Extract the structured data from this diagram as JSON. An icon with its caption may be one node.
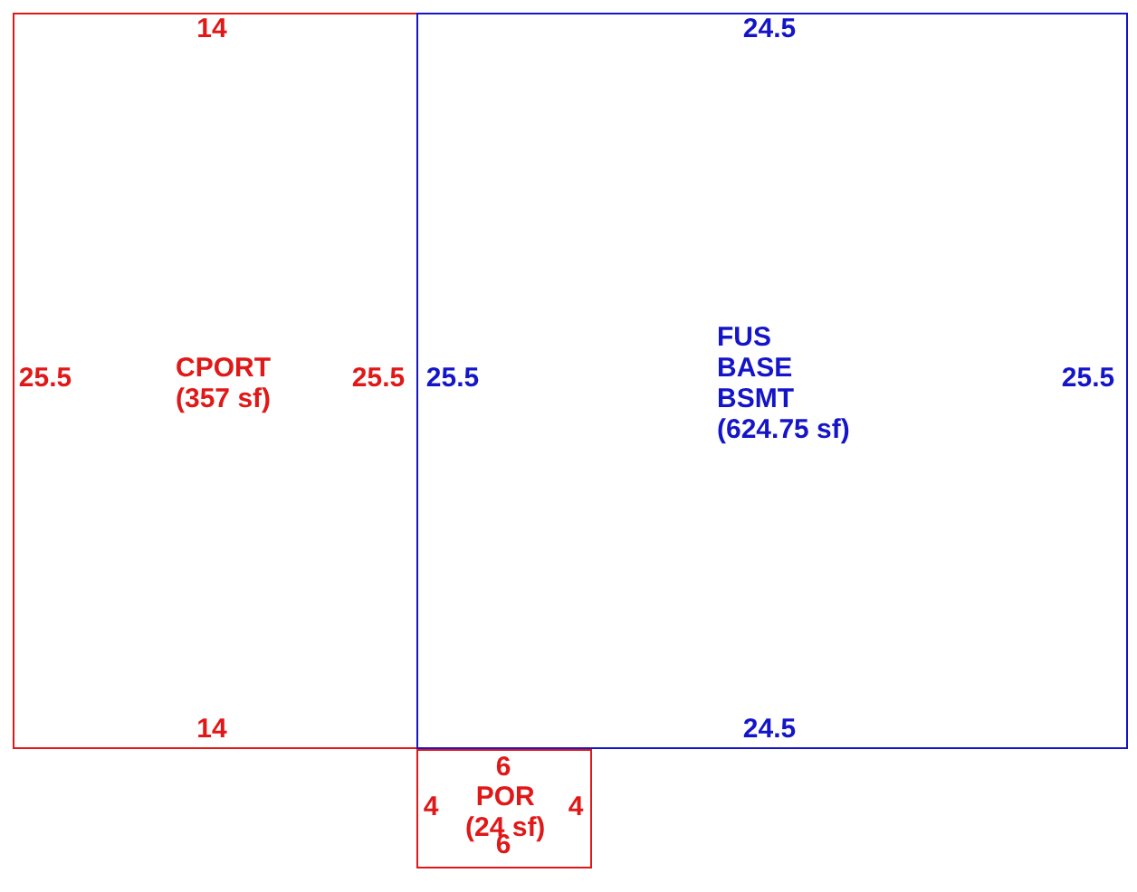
{
  "diagram": {
    "nodes": [
      {
        "text": [
          "CPORT",
          "(357 sf)"
        ]
      },
      {
        "text": [
          "FUS BASE BSMT",
          "(624.75 sf)"
        ]
      },
      {
        "text": [
          "POR",
          "(24 sf)"
        ]
      }
    ],
    "labels": [
      "14",
      "24.5",
      "25.5",
      "25.5",
      "25.5",
      "25.5",
      "14",
      "24.5",
      "6",
      "4",
      "4",
      "6"
    ]
  }
}
